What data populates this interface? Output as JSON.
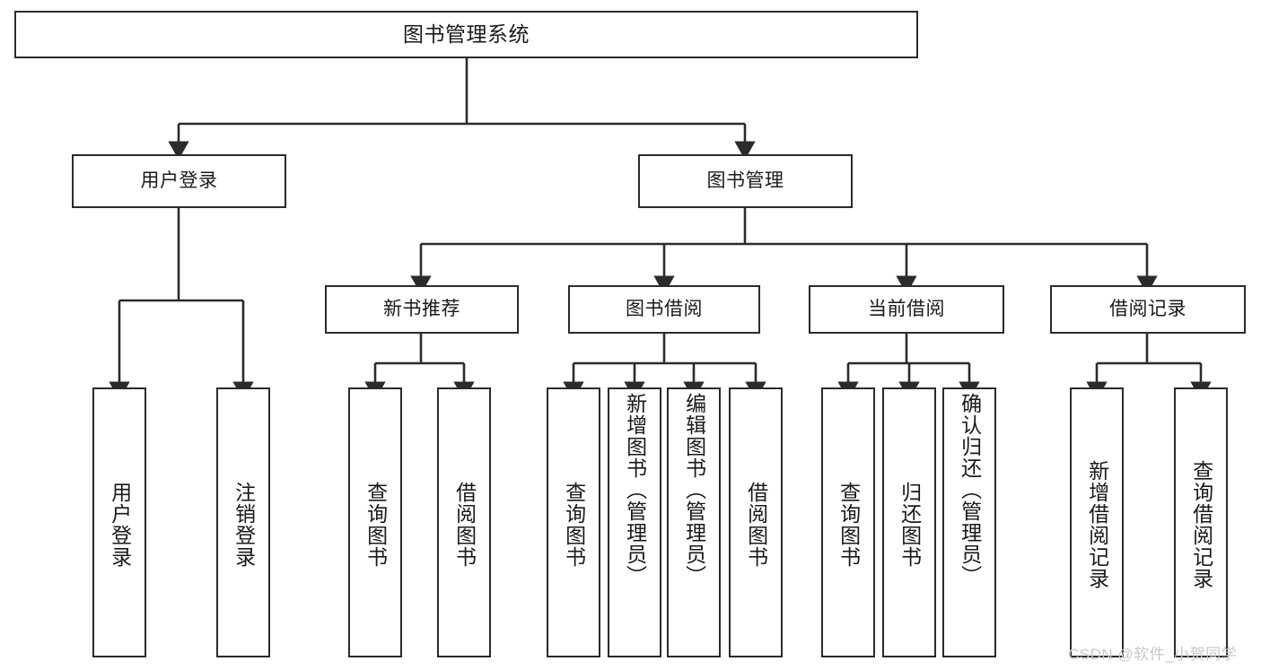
{
  "diagram": {
    "title_node": {
      "label": "图书管理系统"
    },
    "level2": [
      {
        "label": "用户登录"
      },
      {
        "label": "图书管理"
      }
    ],
    "level3": [
      {
        "label": "新书推荐"
      },
      {
        "label": "图书借阅"
      },
      {
        "label": "当前借阅"
      },
      {
        "label": "借阅记录"
      }
    ],
    "leaves": [
      {
        "label": "用户登录"
      },
      {
        "label": "注销登录"
      },
      {
        "label": "查询图书"
      },
      {
        "label": "借阅图书"
      },
      {
        "label": "查询图书"
      },
      {
        "label": "新增图书（管理员）"
      },
      {
        "label": "编辑图书（管理员）"
      },
      {
        "label": "借阅图书"
      },
      {
        "label": "查询图书"
      },
      {
        "label": "归还图书"
      },
      {
        "label": "确认归还（管理员）"
      },
      {
        "label": "新增借阅记录"
      },
      {
        "label": "查询借阅记录"
      }
    ],
    "watermark": "CSDN @软件_小贺同学",
    "colors": {
      "stroke": "#2b2b2b",
      "background": "#ffffff",
      "text": "#1a1a1a",
      "watermark": "#c9c9c9"
    }
  }
}
